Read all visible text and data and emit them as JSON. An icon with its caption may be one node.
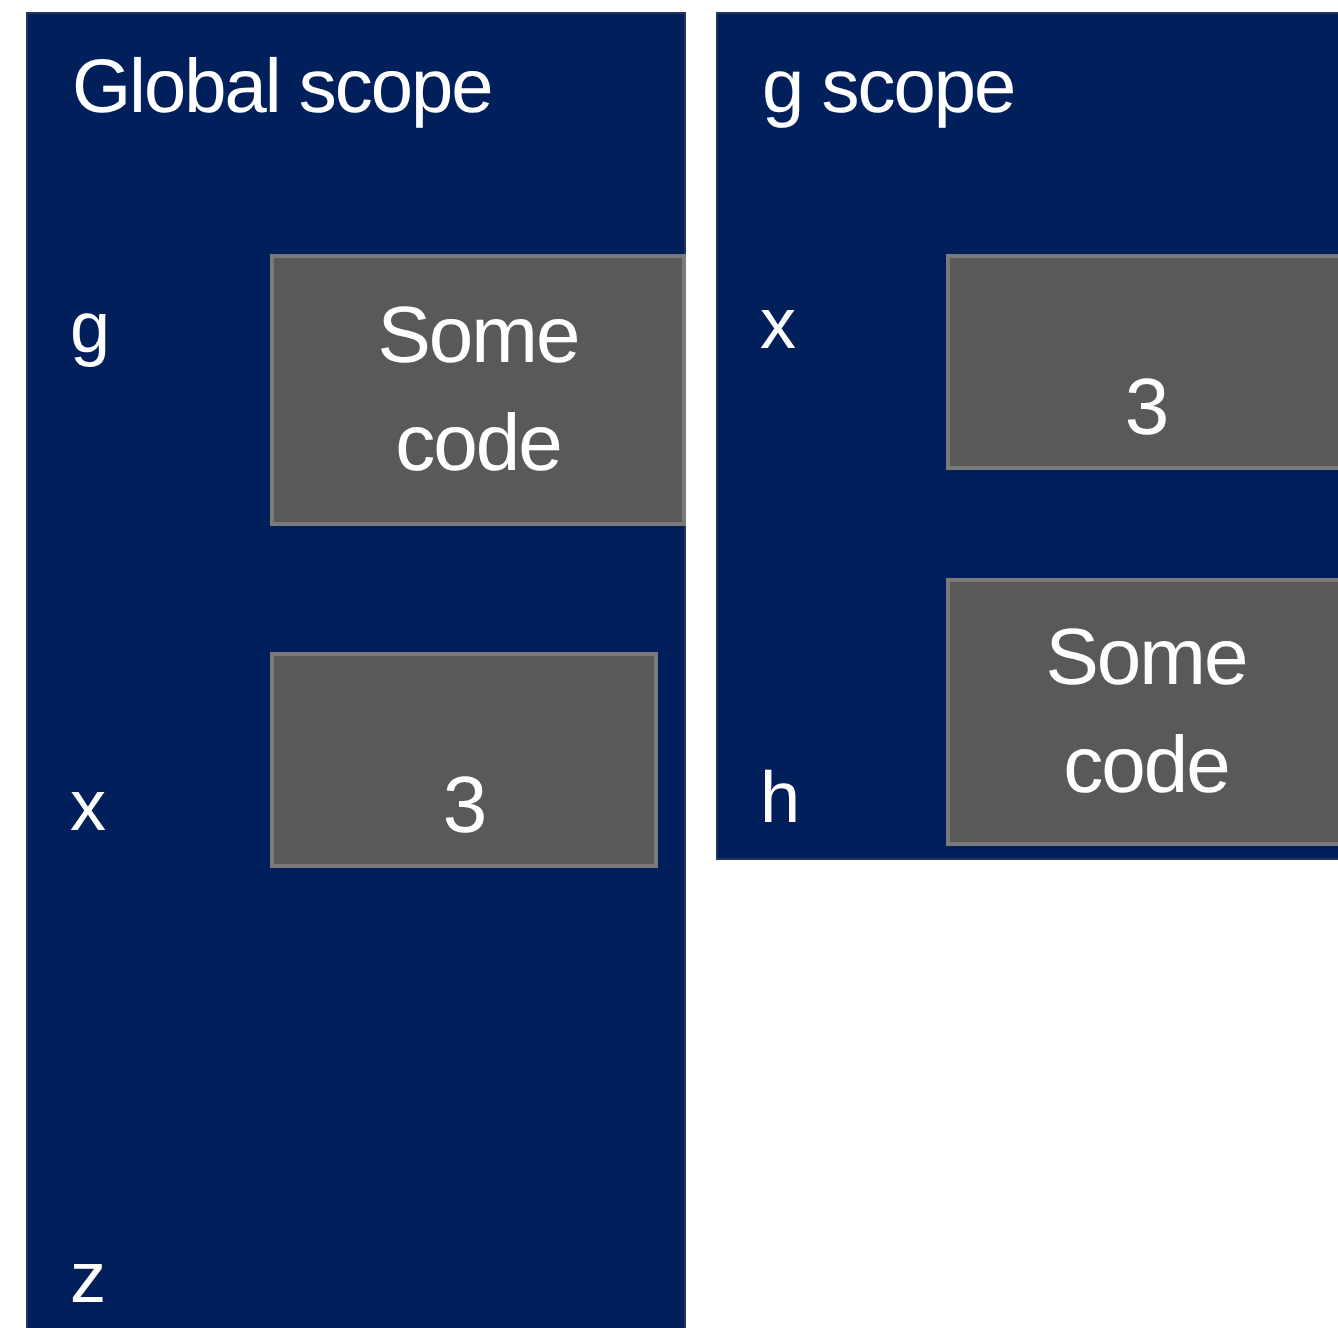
{
  "diagram": {
    "nodes": [
      {
        "text": [
          "Global scope"
        ]
      },
      {
        "text": [
          "Some code"
        ],
        "in": 0
      },
      {
        "text": [
          "3"
        ],
        "in": 0
      },
      {
        "text": [
          "g scope"
        ]
      },
      {
        "text": [
          "3"
        ],
        "in": 3
      },
      {
        "text": [
          "Some code"
        ],
        "in": 3
      }
    ],
    "labels": [
      "g",
      "x",
      "z",
      "x",
      "h"
    ]
  }
}
